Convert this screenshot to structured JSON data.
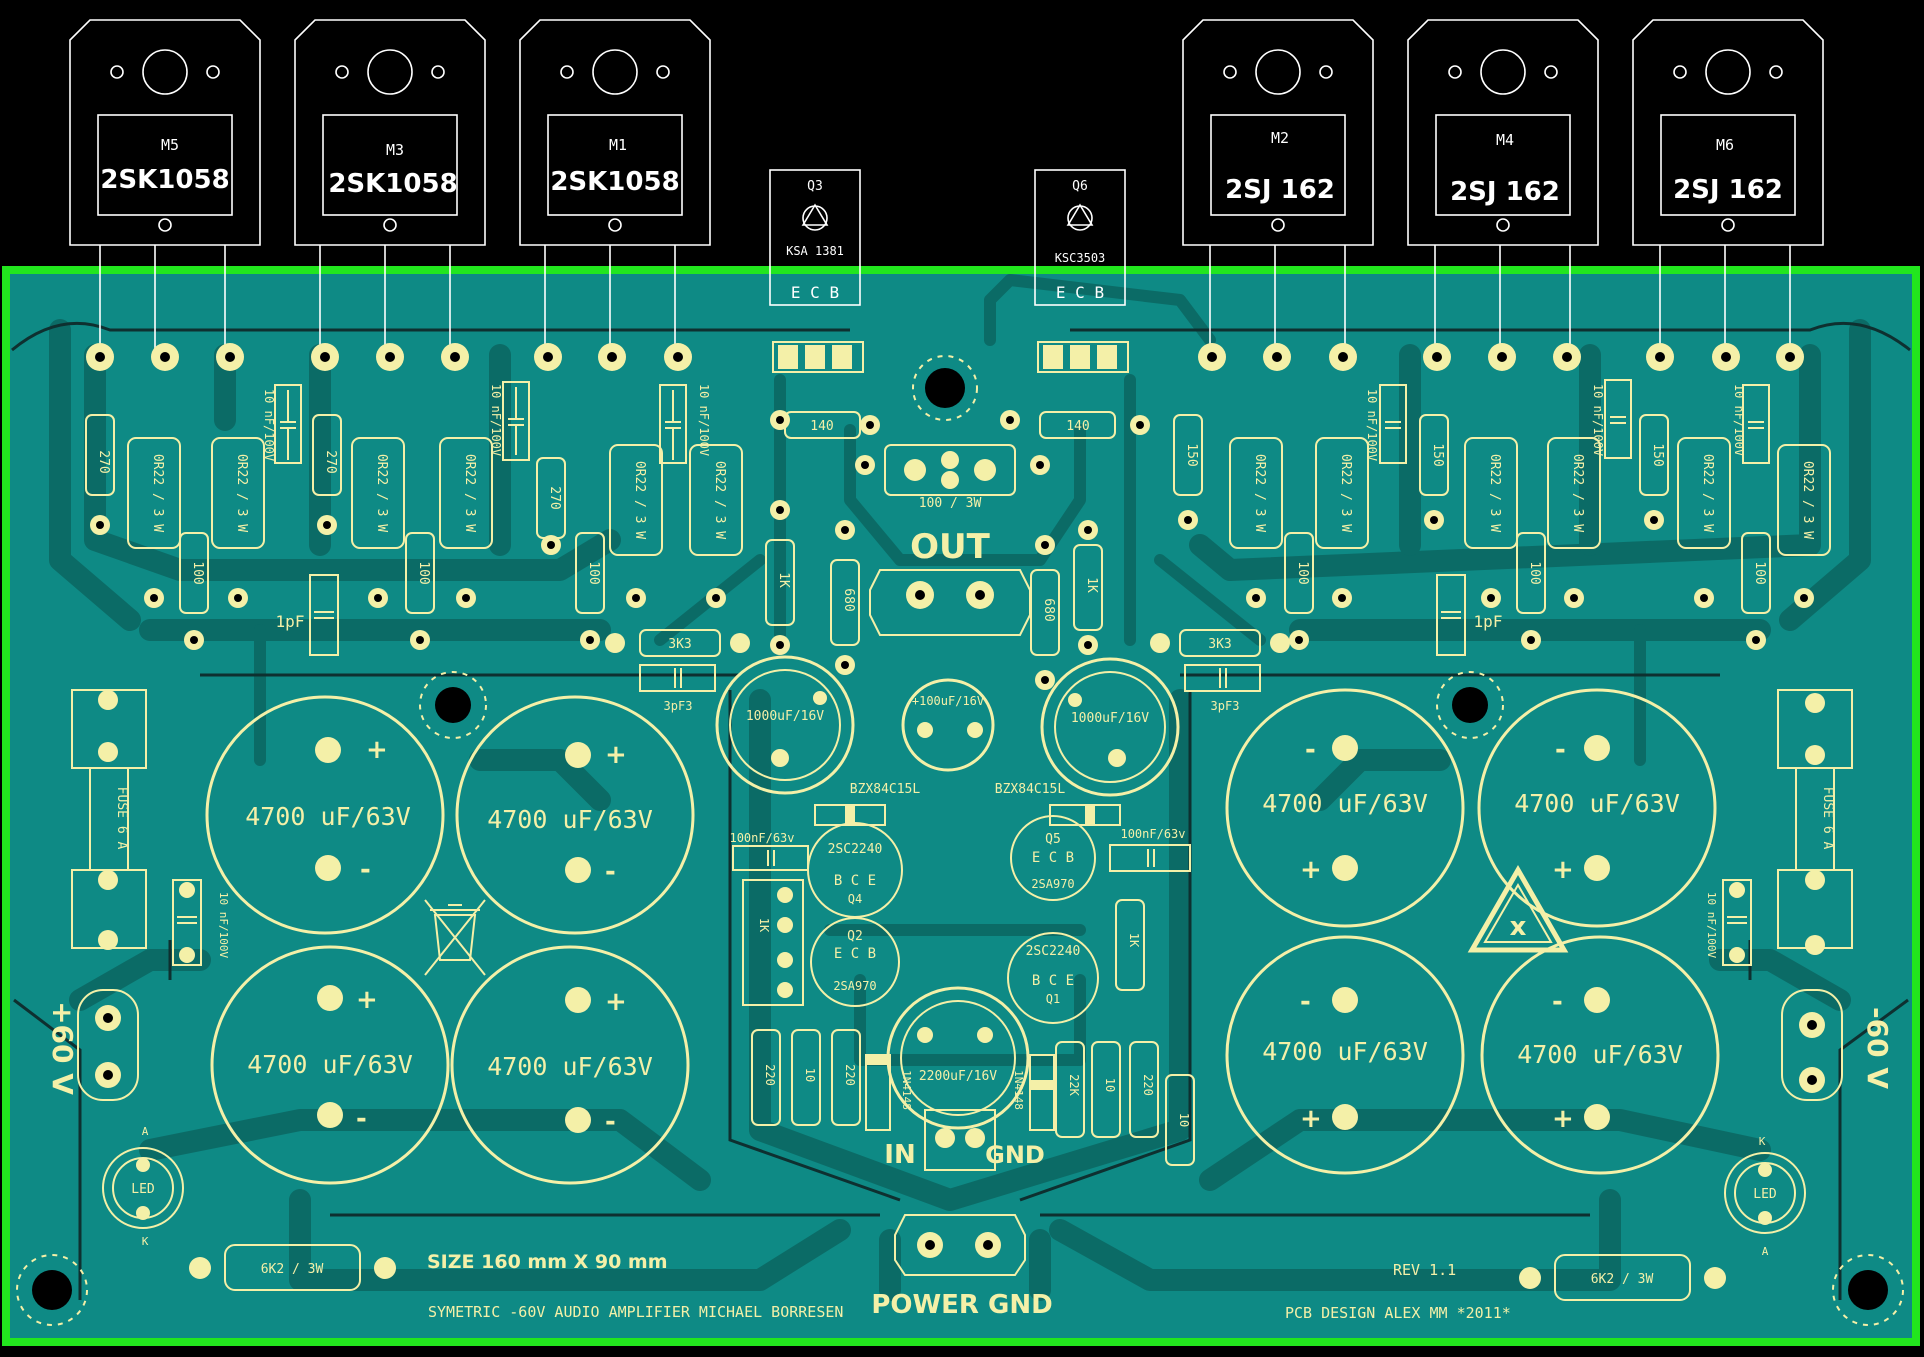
{
  "transistors_top": [
    {
      "ref": "M5",
      "part": "2SK1058"
    },
    {
      "ref": "M3",
      "part": "2SK1058"
    },
    {
      "ref": "M1",
      "part": "2SK1058"
    },
    {
      "ref": "M2",
      "part": "2SJ 162"
    },
    {
      "ref": "M4",
      "part": "2SJ 162"
    },
    {
      "ref": "M6",
      "part": "2SJ 162"
    }
  ],
  "small_transistors_top": [
    {
      "ref": "Q3",
      "part": "KSA 1381",
      "pins": "E  C  B"
    },
    {
      "ref": "Q6",
      "part": "KSC3503",
      "pins": "E  C  B"
    }
  ],
  "labels": {
    "out": "OUT",
    "in": "IN",
    "gnd": "GND",
    "power_gnd": "POWER GND",
    "plus60": "+60 V",
    "minus60": "-60 V",
    "size": "SIZE 160 mm X 90 mm",
    "title": "SYMETRIC -60V AUDIO AMPLIFIER   MICHAEL BORRESEN",
    "rev": "REV 1.1",
    "design": "PCB DESIGN ALEX MM *2011*",
    "fuse": "FUSE 6 A",
    "led": "LED",
    "res_6k2": "6K2 / 3W",
    "res_100_3w": "100 / 3W",
    "cap_big": "4700 uF/63V",
    "cap_1000": "1000uF/16V",
    "cap_100_16": "+100uF/16V",
    "cap_2200": "2200uF/16V",
    "cap_100nf": "100nF/63v",
    "cap_10nf": "10 nF/100V",
    "cap_1pf": "1pF",
    "cap_3pf3": "3pF3",
    "zener": "BZX84C15L",
    "r_270": "270",
    "r_0r22": "0R22 / 3 W",
    "r_100": "100",
    "r_150": "150",
    "r_140": "140",
    "r_1k": "1K",
    "r_3k3": "3K3",
    "r_680": "680",
    "r_220": "220",
    "r_10": "10",
    "r_22k": "22K",
    "diode": "1N4148",
    "q4": "2SC2240",
    "q4_ref": "Q4",
    "q2": "2SA970",
    "q2_ref": "Q2",
    "q5": "2SA970",
    "q5_ref": "Q5",
    "q1": "2SC2240",
    "q1_ref": "Q1",
    "pins_bce": "B  C  E",
    "pins_ecb": "E  C  B",
    "pin_a": "A",
    "pin_k": "K",
    "plus": "+",
    "minus": "-"
  },
  "colors": {
    "board": "#0e8a85",
    "outline": "#22e61e",
    "silk": "#f4f0a8",
    "background": "#000000"
  }
}
